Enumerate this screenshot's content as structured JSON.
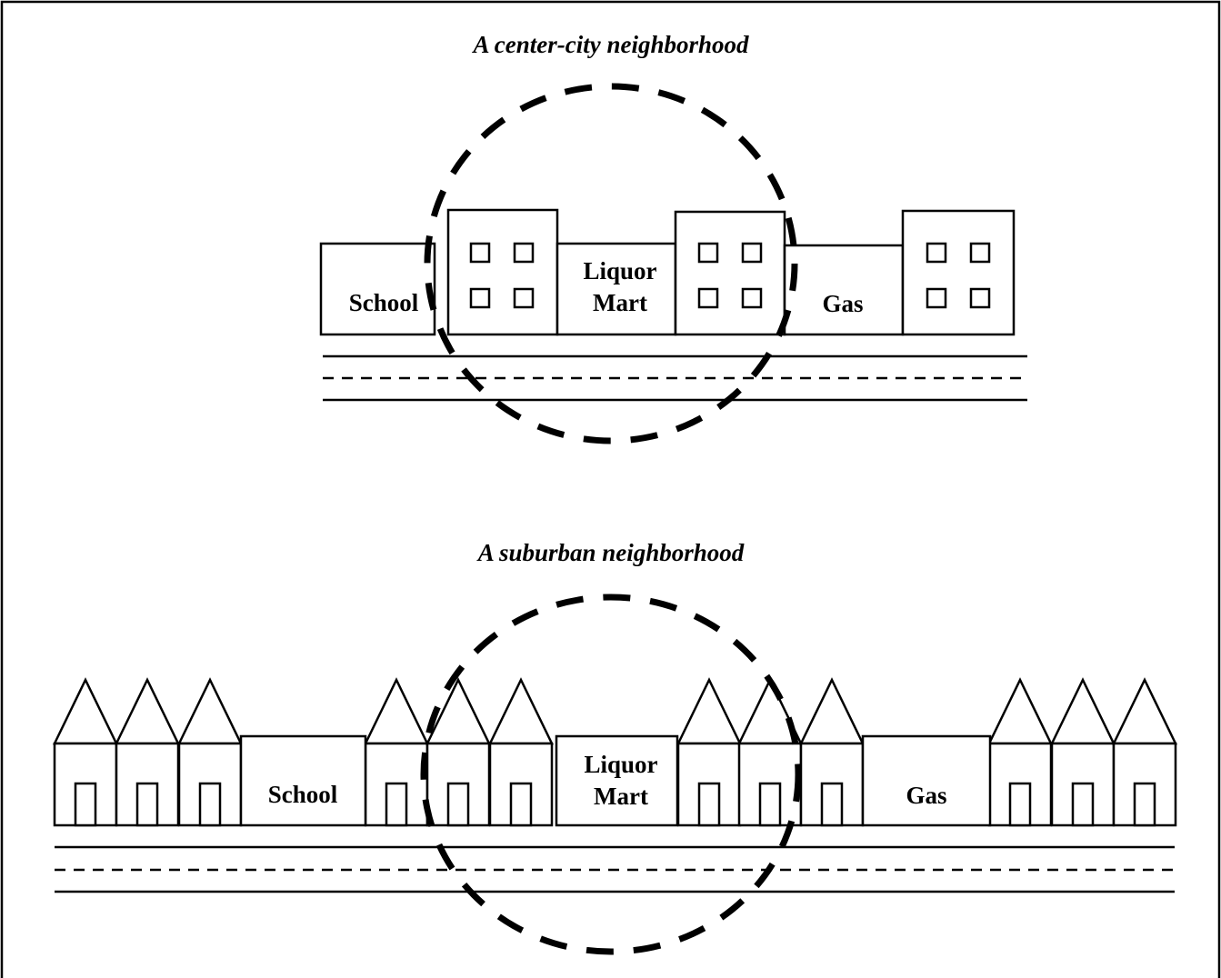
{
  "panels": [
    {
      "title": "A center-city neighborhood",
      "labels": {
        "school": "School",
        "liquor_1": "Liquor",
        "liquor_2": "Mart",
        "gas": "Gas"
      }
    },
    {
      "title": "A suburban neighborhood",
      "labels": {
        "school": "School",
        "liquor_1": "Liquor",
        "liquor_2": "Mart",
        "gas": "Gas"
      }
    }
  ],
  "icons": [
    "apartment-building-icon",
    "house-icon",
    "road-icon",
    "dashed-circle-radius-icon"
  ]
}
